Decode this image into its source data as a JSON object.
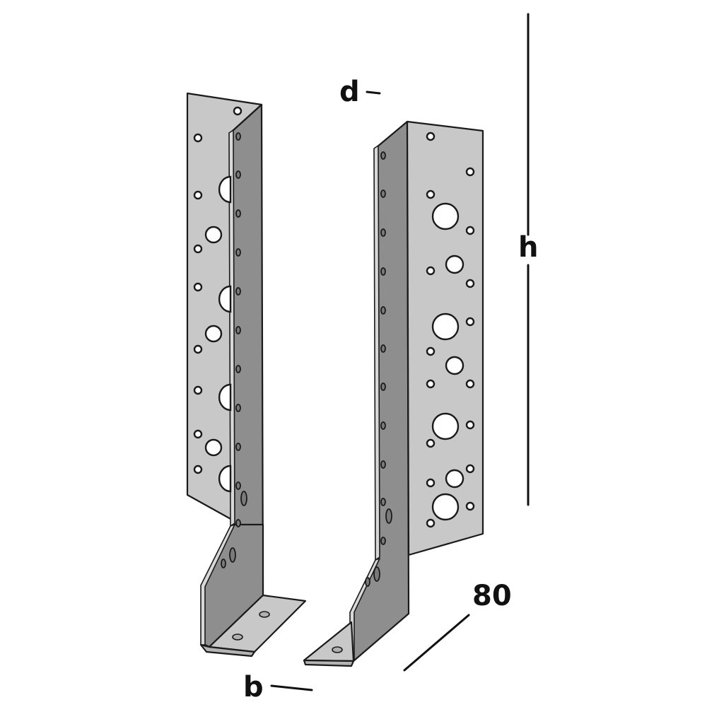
{
  "diagram": {
    "title": "Joist hanger (pair of angled brackets) with dimension annotations",
    "colors": {
      "background": "#ffffff",
      "metal_front": "#c8c8c8",
      "metal_side": "#8e8e8e",
      "outline": "#1a1a1a",
      "dimension_line": "#111111"
    },
    "components": [
      {
        "name": "left-bracket",
        "description": "Left hanger bracket, flange facing right, foot at bottom"
      },
      {
        "name": "right-bracket",
        "description": "Right hanger bracket, flange facing left, foot at bottom"
      }
    ],
    "dimensions": {
      "d": {
        "label": "d",
        "meaning": "depth / thickness indicator"
      },
      "h": {
        "label": "h",
        "meaning": "overall height"
      },
      "b": {
        "label": "b",
        "meaning": "inner width between brackets"
      },
      "width": {
        "label": "80",
        "meaning": "foot/flange width in mm"
      }
    }
  }
}
